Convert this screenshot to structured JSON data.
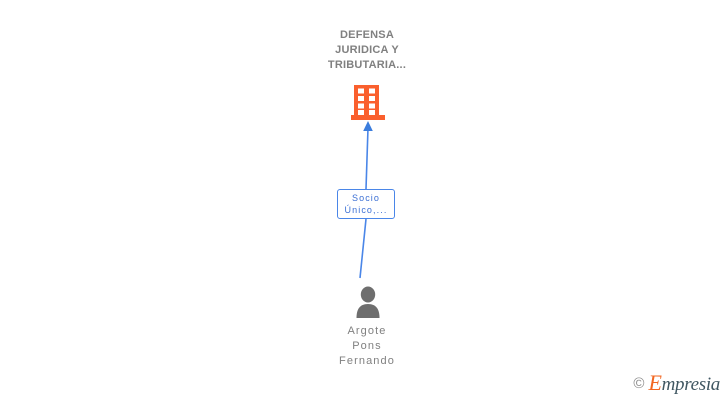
{
  "diagram": {
    "type": "organizational-shareholder-chart",
    "background_color": "#ffffff",
    "company": {
      "name": "DEFENSA\nJURIDICA Y\nTRIBUTARIA...",
      "icon": "building-icon",
      "icon_color": "#fa5f2d",
      "text_color": "#808080"
    },
    "relation": {
      "label_line_1": "Socio",
      "label_line_2": "Único,...",
      "border_color": "#4a86e8",
      "text_color": "#3b6fd4"
    },
    "person": {
      "name": "Argote\nPons\nFernando",
      "icon": "person-avatar-icon",
      "icon_color": "#6e6e6e",
      "text_color": "#808080"
    },
    "connector": {
      "color": "#4a86e8",
      "direction": "person-to-company",
      "arrow": "up-arrow-icon"
    }
  },
  "watermark": {
    "copyright_symbol": "©",
    "brand_initial": "E",
    "brand_rest": "mpresia",
    "brand_accent_color": "#f26722",
    "brand_text_color": "#3f5661"
  }
}
